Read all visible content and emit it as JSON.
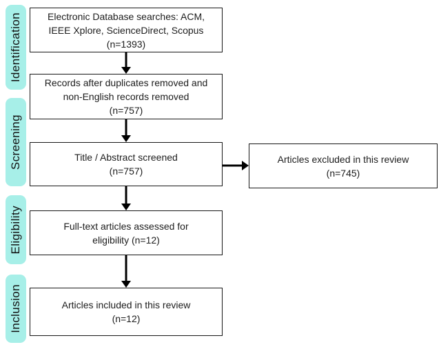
{
  "stages": [
    {
      "id": "identification",
      "label": "Identification"
    },
    {
      "id": "screening",
      "label": "Screening"
    },
    {
      "id": "eligibility",
      "label": "Eligibility"
    },
    {
      "id": "inclusion",
      "label": "Inclusion"
    }
  ],
  "boxes": {
    "search": {
      "line1": "Electronic Database searches: ACM,",
      "line2": "IEEE Xplore, ScienceDirect, Scopus",
      "line3": "(n=1393)"
    },
    "dedup": {
      "line1": "Records after duplicates removed and",
      "line2": "non-English records removed",
      "line3": "(n=757)"
    },
    "screened": {
      "line1": "Title / Abstract screened",
      "line2": "(n=757)"
    },
    "excluded": {
      "line1": "Articles excluded in this review",
      "line2": "(n=745)"
    },
    "fulltext": {
      "line1": "Full-text articles assessed for",
      "line2": "eligibility (n=12)"
    },
    "included": {
      "line1": "Articles included in this review",
      "line2": "(n=12)"
    }
  },
  "colors": {
    "stage_bg": "#a7efe8",
    "box_border": "#161616",
    "box_bg": "#ffffff",
    "arrow": "#000000",
    "text": "#1c1c1c"
  }
}
